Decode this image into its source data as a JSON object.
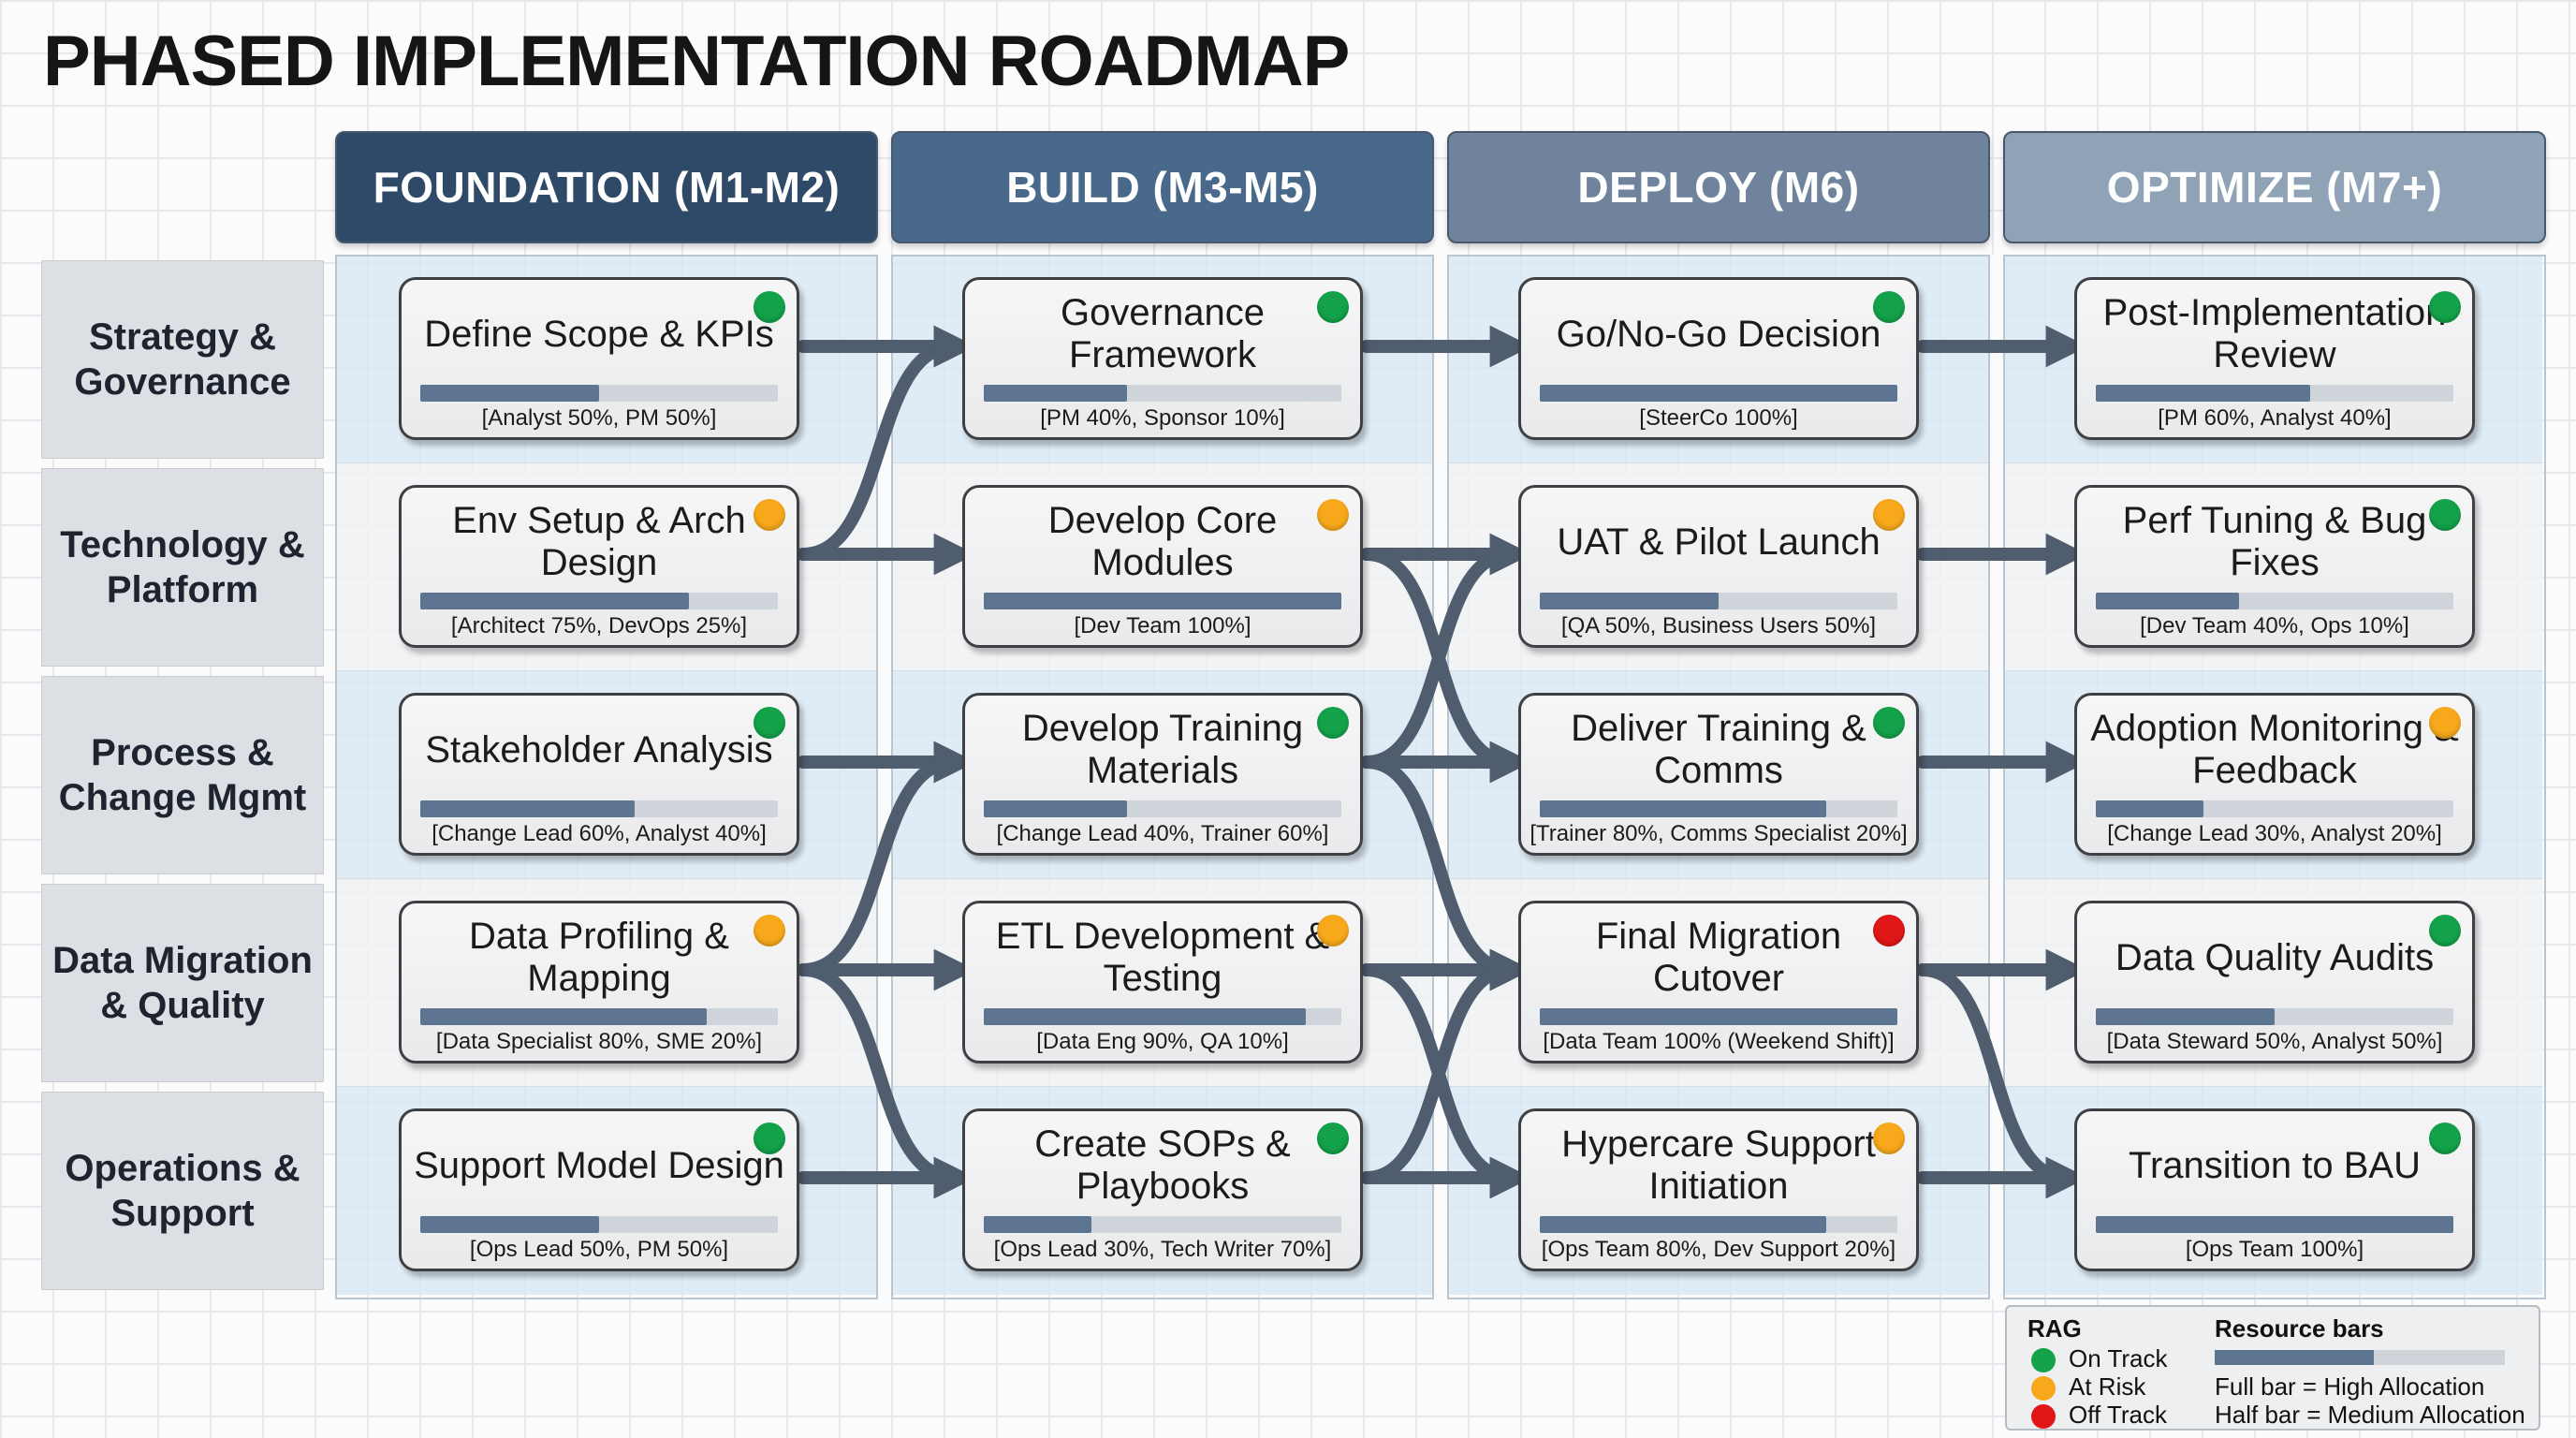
{
  "title": "PHASED IMPLEMENTATION ROADMAP",
  "colors": {
    "on_track": "#13a24a",
    "at_risk": "#f7a81b",
    "off_track": "#e01717",
    "resource_bar": "#5d7590",
    "arrow": "#4f5d6f"
  },
  "phases": [
    {
      "label": "FOUNDATION (M1-M2)",
      "color": "#2f4a68"
    },
    {
      "label": "BUILD (M3-M5)",
      "color": "#49698a"
    },
    {
      "label": "DEPLOY (M6)",
      "color": "#6f849c"
    },
    {
      "label": "OPTIMIZE (M7+)",
      "color": "#90a3b6"
    }
  ],
  "workstreams": [
    "Strategy & Governance",
    "Technology & Platform",
    "Process & Change Mgmt",
    "Data Migration & Quality",
    "Operations & Support"
  ],
  "tasks": [
    {
      "id": "t00",
      "name": "Define Scope & KPIs",
      "rag": "on_track",
      "allocation": 0.5,
      "resources": "[Analyst 50%, PM 50%]"
    },
    {
      "id": "t01",
      "name": "Governance Framework",
      "rag": "on_track",
      "allocation": 0.4,
      "resources": "[PM 40%, Sponsor 10%]"
    },
    {
      "id": "t02",
      "name": "Go/No-Go Decision",
      "rag": "on_track",
      "allocation": 1.0,
      "resources": "[SteerCo 100%]"
    },
    {
      "id": "t03",
      "name": "Post-Implementation Review",
      "rag": "on_track",
      "allocation": 0.6,
      "resources": "[PM 60%, Analyst 40%]"
    },
    {
      "id": "t10",
      "name": "Env Setup & Arch Design",
      "rag": "at_risk",
      "allocation": 0.75,
      "resources": "[Architect 75%, DevOps 25%]"
    },
    {
      "id": "t11",
      "name": "Develop Core Modules",
      "rag": "at_risk",
      "allocation": 1.0,
      "resources": "[Dev Team 100%]"
    },
    {
      "id": "t12",
      "name": "UAT & Pilot Launch",
      "rag": "at_risk",
      "allocation": 0.5,
      "resources": "[QA 50%, Business Users 50%]"
    },
    {
      "id": "t13",
      "name": "Perf Tuning & Bug Fixes",
      "rag": "on_track",
      "allocation": 0.4,
      "resources": "[Dev Team 40%, Ops 10%]"
    },
    {
      "id": "t20",
      "name": "Stakeholder Analysis",
      "rag": "on_track",
      "allocation": 0.6,
      "resources": "[Change Lead 60%, Analyst 40%]"
    },
    {
      "id": "t21",
      "name": "Develop Training Materials",
      "rag": "on_track",
      "allocation": 0.4,
      "resources": "[Change Lead 40%, Trainer 60%]"
    },
    {
      "id": "t22",
      "name": "Deliver Training & Comms",
      "rag": "on_track",
      "allocation": 0.8,
      "resources": "[Trainer 80%, Comms Specialist 20%]"
    },
    {
      "id": "t23",
      "name": "Adoption Monitoring & Feedback",
      "rag": "at_risk",
      "allocation": 0.3,
      "resources": "[Change Lead 30%, Analyst 20%]"
    },
    {
      "id": "t30",
      "name": "Data Profiling & Mapping",
      "rag": "at_risk",
      "allocation": 0.8,
      "resources": "[Data Specialist 80%, SME 20%]"
    },
    {
      "id": "t31",
      "name": "ETL Development & Testing",
      "rag": "at_risk",
      "allocation": 0.9,
      "resources": "[Data Eng 90%, QA 10%]"
    },
    {
      "id": "t32",
      "name": "Final Migration Cutover",
      "rag": "off_track",
      "allocation": 1.0,
      "resources": "[Data Team 100% (Weekend Shift)]"
    },
    {
      "id": "t33",
      "name": "Data Quality Audits",
      "rag": "on_track",
      "allocation": 0.5,
      "resources": "[Data Steward 50%, Analyst 50%]"
    },
    {
      "id": "t40",
      "name": "Support Model Design",
      "rag": "on_track",
      "allocation": 0.5,
      "resources": "[Ops Lead 50%, PM 50%]"
    },
    {
      "id": "t41",
      "name": "Create SOPs & Playbooks",
      "rag": "on_track",
      "allocation": 0.3,
      "resources": "[Ops Lead 30%, Tech Writer 70%]"
    },
    {
      "id": "t42",
      "name": "Hypercare Support Initiation",
      "rag": "at_risk",
      "allocation": 0.8,
      "resources": "[Ops Team 80%, Dev Support 20%]"
    },
    {
      "id": "t43",
      "name": "Transition to BAU",
      "rag": "on_track",
      "allocation": 1.0,
      "resources": "[Ops Team 100%]"
    }
  ],
  "dependencies": [
    [
      "t00",
      "t01"
    ],
    [
      "t10",
      "t01"
    ],
    [
      "t01",
      "t02"
    ],
    [
      "t02",
      "t03"
    ],
    [
      "t10",
      "t11"
    ],
    [
      "t11",
      "t12"
    ],
    [
      "t11",
      "t22"
    ],
    [
      "t21",
      "t12"
    ],
    [
      "t12",
      "t13"
    ],
    [
      "t20",
      "t21"
    ],
    [
      "t30",
      "t21"
    ],
    [
      "t21",
      "t22"
    ],
    [
      "t21",
      "t32"
    ],
    [
      "t22",
      "t23"
    ],
    [
      "t30",
      "t31"
    ],
    [
      "t30",
      "t41"
    ],
    [
      "t31",
      "t32"
    ],
    [
      "t31",
      "t42"
    ],
    [
      "t41",
      "t32"
    ],
    [
      "t32",
      "t33"
    ],
    [
      "t32",
      "t43"
    ],
    [
      "t40",
      "t41"
    ],
    [
      "t41",
      "t42"
    ],
    [
      "t42",
      "t43"
    ]
  ],
  "legend": {
    "rag_title": "RAG",
    "rag_items": [
      {
        "key": "on_track",
        "label": "On Track"
      },
      {
        "key": "at_risk",
        "label": "At Risk"
      },
      {
        "key": "off_track",
        "label": "Off Track"
      }
    ],
    "bars_title": "Resource bars",
    "full_bar": "Full bar = High Allocation",
    "half_bar": "Half bar = Medium Allocation"
  }
}
